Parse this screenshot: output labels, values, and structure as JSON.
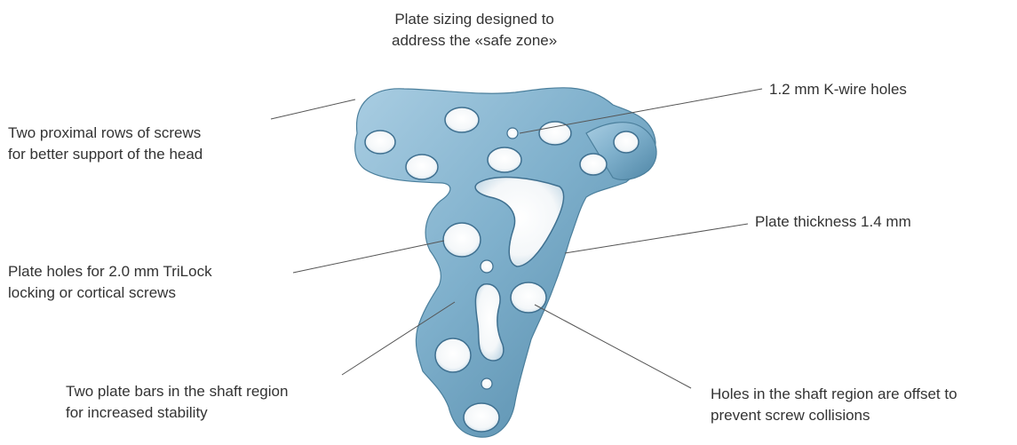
{
  "diagram": {
    "plate_color": "#7fb0cc",
    "leader_line_color": "#555555",
    "annotations": [
      {
        "id": "safe-zone",
        "lines": [
          "Plate sizing designed to",
          "address the «safe zone»"
        ]
      },
      {
        "id": "k-wire",
        "lines": [
          "1.2 mm K-wire holes"
        ]
      },
      {
        "id": "proximal-rows",
        "lines": [
          "Two proximal rows of screws",
          "for better support of the head"
        ]
      },
      {
        "id": "thickness",
        "lines": [
          "Plate thickness 1.4 mm"
        ]
      },
      {
        "id": "plate-holes",
        "lines": [
          "Plate holes for 2.0 mm TriLock",
          "locking or cortical screws"
        ]
      },
      {
        "id": "plate-bars",
        "lines": [
          "Two plate bars in the shaft region",
          "for increased stability"
        ]
      },
      {
        "id": "offset-holes",
        "lines": [
          "Holes in the shaft region are offset to",
          "prevent screw collisions"
        ]
      }
    ]
  }
}
